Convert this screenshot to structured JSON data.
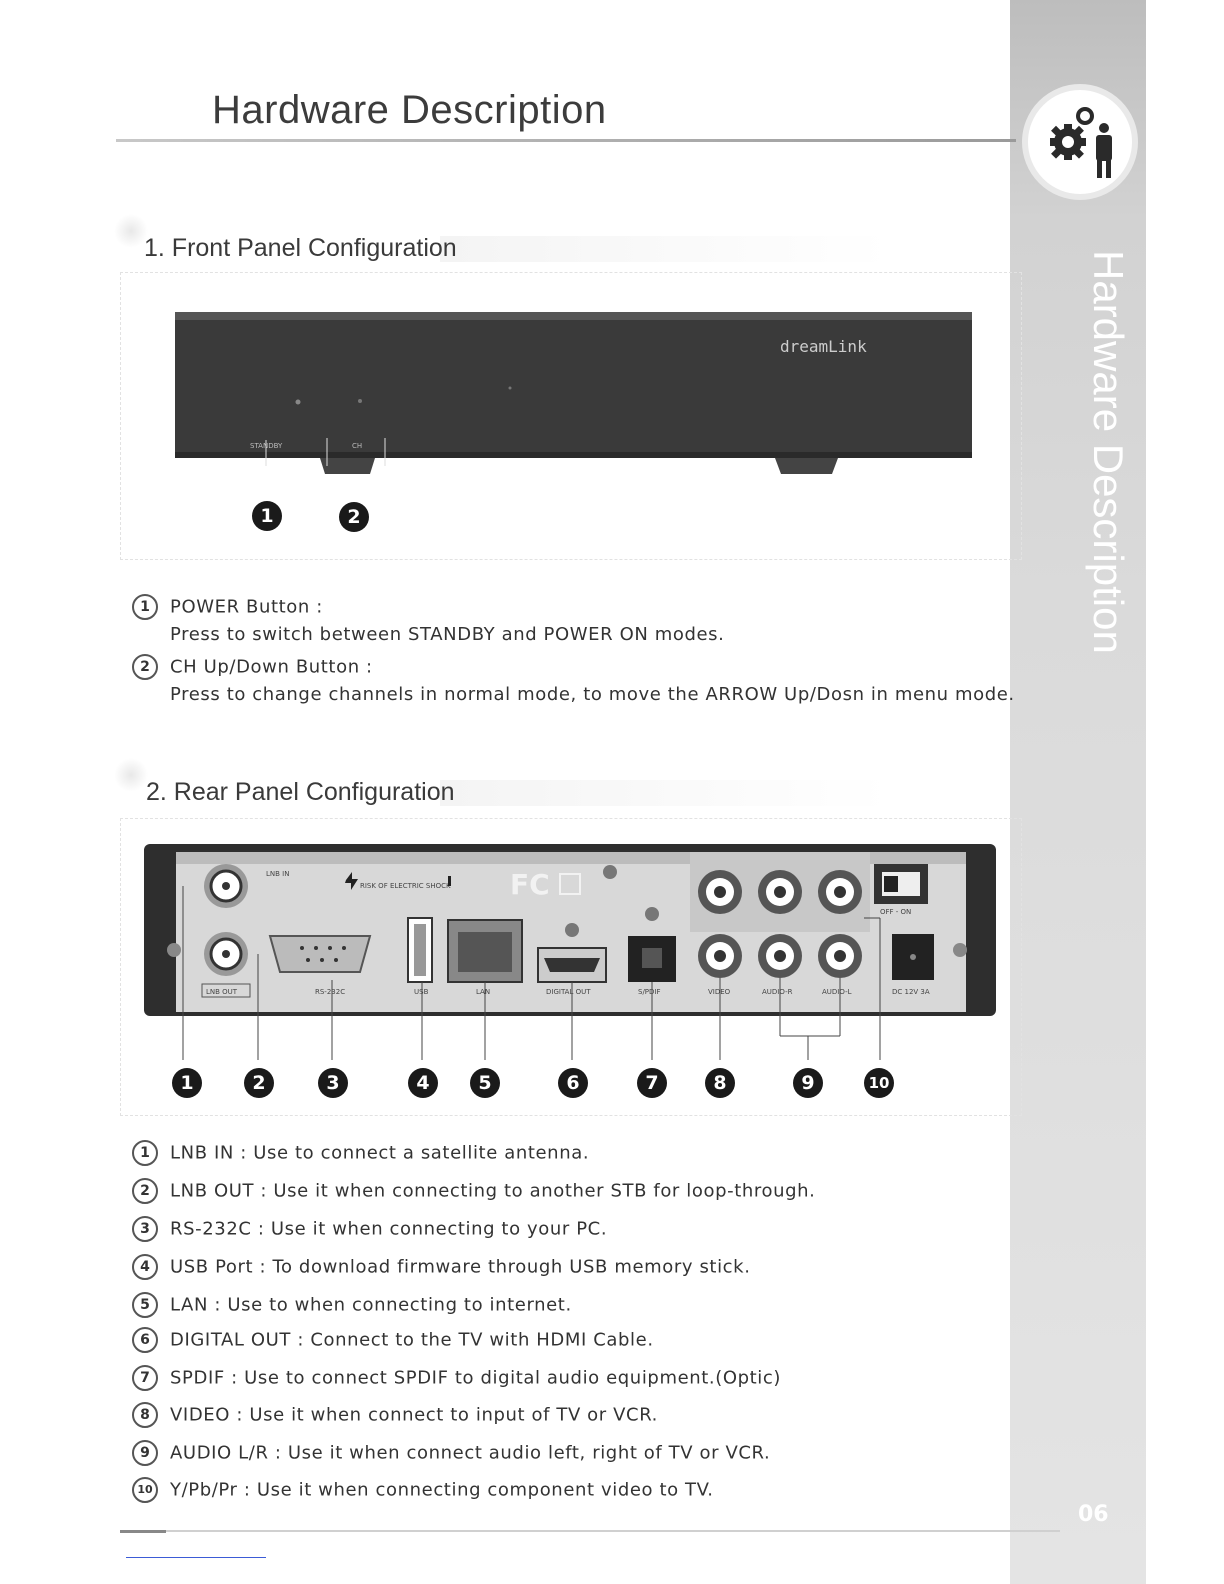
{
  "page": {
    "title": "Hardware Description",
    "side_tab_label": "Hardware Description",
    "page_number": "06"
  },
  "front_panel": {
    "heading": "1. Front Panel Configuration",
    "brand_logo_text": "dreamLink",
    "panel_labels": [
      "STANDBY",
      "CH"
    ],
    "callouts": [
      "1",
      "2"
    ],
    "items": [
      {
        "num": "1",
        "label": "POWER Button :",
        "desc": "Press to switch between STANDBY and POWER ON modes."
      },
      {
        "num": "2",
        "label": "CH Up/Down Button :",
        "desc": "Press to change channels in normal mode, to move the ARROW Up/Dosn in menu mode."
      }
    ]
  },
  "rear_panel": {
    "heading": "2. Rear Panel Configuration",
    "port_labels": [
      "LNB IN",
      "LNB OUT",
      "RS-232C",
      "USB",
      "LAN",
      "DIGITAL OUT",
      "S/PDIF",
      "VIDEO",
      "AUDIO-R",
      "AUDIO-L",
      "OFF - ON",
      "DC 12V 3A"
    ],
    "callouts": [
      "1",
      "2",
      "3",
      "4",
      "5",
      "6",
      "7",
      "8",
      "9",
      "10"
    ],
    "items": [
      {
        "num": "1",
        "text": "LNB IN : Use to connect a satellite antenna."
      },
      {
        "num": "2",
        "text": "LNB OUT : Use it when connecting to another STB for loop-through."
      },
      {
        "num": "3",
        "text": "RS-232C : Use it when connecting to your PC."
      },
      {
        "num": "4",
        "text": "USB Port : To download firmware through USB memory stick."
      },
      {
        "num": "5",
        "text": "LAN : Use to when connecting to internet."
      },
      {
        "num": "6",
        "text": "DIGITAL OUT : Connect to the TV with HDMI Cable."
      },
      {
        "num": "7",
        "text": "SPDIF  : Use to connect SPDIF to digital audio equipment.(Optic)"
      },
      {
        "num": "8",
        "text": "VIDEO  : Use it when connect to input  of TV or VCR."
      },
      {
        "num": "9",
        "text": "AUDIO L/R  : Use it when connect audio left, right of TV or VCR."
      },
      {
        "num": "10",
        "text": "Y/Pb/Pr  : Use it when connecting component video to TV."
      }
    ]
  }
}
